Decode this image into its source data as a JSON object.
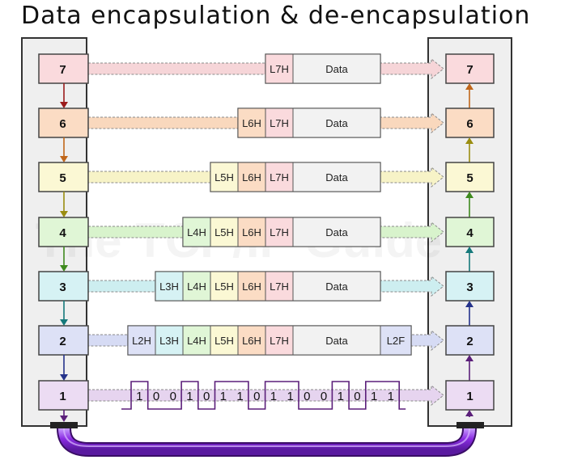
{
  "title": "Data encapsulation & de-encapsulation",
  "watermark": "The TCP/IP Guide",
  "layers": [
    {
      "label": "7",
      "color": "#fadadd",
      "arrow": "#9b1b1b",
      "band": "#f6d5d8",
      "headers": [
        "L7H"
      ],
      "trailer": ""
    },
    {
      "label": "6",
      "color": "#fbdcc4",
      "arrow": "#c0661a",
      "band": "#f9d8bd",
      "headers": [
        "L6H",
        "L7H"
      ],
      "trailer": ""
    },
    {
      "label": "5",
      "color": "#fbf8d4",
      "arrow": "#9a8d10",
      "band": "#f7f3c7",
      "headers": [
        "L5H",
        "L6H",
        "L7H"
      ],
      "trailer": ""
    },
    {
      "label": "4",
      "color": "#e0f6d6",
      "arrow": "#3e8a1e",
      "band": "#d8f3cc",
      "headers": [
        "L4H",
        "L5H",
        "L6H",
        "L7H"
      ],
      "trailer": ""
    },
    {
      "label": "3",
      "color": "#d6f2f4",
      "arrow": "#15797b",
      "band": "#cdeef0",
      "headers": [
        "L3H",
        "L4H",
        "L5H",
        "L6H",
        "L7H"
      ],
      "trailer": ""
    },
    {
      "label": "2",
      "color": "#dde1f6",
      "arrow": "#25338b",
      "band": "#d6dbf4",
      "headers": [
        "L2H",
        "L3H",
        "L4H",
        "L5H",
        "L6H",
        "L7H"
      ],
      "trailer": "L2F"
    },
    {
      "label": "1",
      "color": "#ecdcf3",
      "arrow": "#5b1f7a",
      "band": "#e6d4ef",
      "headers": [],
      "trailer": ""
    }
  ],
  "header_colors": {
    "L2H": "#dde1f6",
    "L3H": "#d6f2f4",
    "L4H": "#e0f6d6",
    "L5H": "#fbf8d4",
    "L6H": "#fbdcc4",
    "L7H": "#fadadd",
    "L2F": "#dde1f6"
  },
  "data_label": "Data",
  "bits": [
    "1",
    "0",
    "0",
    "1",
    "0",
    "1",
    "1",
    "0",
    "1",
    "1",
    "0",
    "0",
    "1",
    "0",
    "1",
    "1"
  ],
  "cable_color": "#8a2be2"
}
